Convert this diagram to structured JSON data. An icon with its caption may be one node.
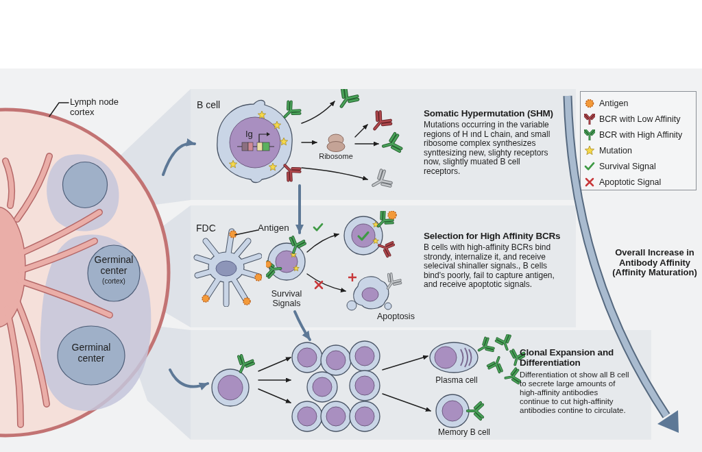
{
  "diagram": {
    "nodes": [
      {
        "text": [
          "Lymph node cortex"
        ]
      },
      {
        "text": [],
        "shape": "picture"
      },
      {
        "text": [],
        "shape": "circle",
        "in": 1
      },
      {
        "text": [
          "Germinal center",
          "(cortex)"
        ],
        "in": 1
      },
      {
        "text": [
          "Germinal center"
        ],
        "in": 1
      },
      {
        "text": [
          "Somatic Hypermutation (SHM)",
          "Mutations occurring in the variable regions of H ınd L chain, and small ribosome complex synthesizes synttesizing new, slighty receptors now, slightly muated B cell receptors."
        ]
      },
      {
        "text": [
          "B cell",
          "Ig"
        ],
        "in": 5
      },
      {
        "text": [
          "Ribosome"
        ],
        "in": 5
      },
      {
        "text": [],
        "shape": "picture",
        "in": 5
      },
      {
        "text": [],
        "shape": "picture",
        "in": 5
      },
      {
        "text": [],
        "shape": "picture",
        "in": 5
      },
      {
        "text": [],
        "shape": "picture",
        "in": 5
      },
      {
        "text": [
          "Selection for High Affinity BCRs",
          "B cells with high-affinity BCRs bind strondy, internalize it, and receive selecival shinaller signals., B cells bind's poorly, fail to capture antigen, and receive apoptotic signals."
        ]
      },
      {
        "text": [
          "FDC"
        ],
        "in": 12
      },
      {
        "text": [
          "Antigen"
        ],
        "in": 12
      },
      {
        "text": [
          "Survival Signals"
        ],
        "in": 12
      },
      {
        "text": [],
        "shape": "picture",
        "in": 12
      },
      {
        "text": [
          "Apoptosis"
        ],
        "in": 12
      },
      {
        "text": [
          "Clonal Expansion and Differentiation",
          "Differentiation ot show all B cell to secrete large amounts of high-affinity antibodies continue to cut high-affinity antibodies contine to circulate."
        ]
      },
      {
        "text": [],
        "shape": "picture",
        "in": 18
      },
      {
        "text": [],
        "shape": "picture",
        "in": 18
      },
      {
        "text": [
          "Plasma cell"
        ],
        "in": 18
      },
      {
        "text": [
          "Memory B cell"
        ],
        "in": 18
      }
    ],
    "edges": [
      {
        "from": 0,
        "to": 1,
        "arrow": "none"
      },
      {
        "from": 1,
        "to": 6,
        "arrow": "to",
        "style": "thick",
        "color": "#5d7896"
      },
      {
        "from": 1,
        "to": 19,
        "arrow": "to",
        "style": "thick",
        "color": "#5d7896"
      },
      {
        "from": 6,
        "to": 8,
        "arrow": "to"
      },
      {
        "from": 6,
        "to": 7,
        "arrow": "to"
      },
      {
        "from": 7,
        "to": 9,
        "arrow": "to"
      },
      {
        "from": 7,
        "to": 10,
        "arrow": "to"
      },
      {
        "from": 6,
        "to": 11,
        "arrow": "to"
      },
      {
        "from": 6,
        "to": 15,
        "arrow": "to",
        "style": "thick",
        "color": "#5d7896"
      },
      {
        "from": 14,
        "to": 13,
        "arrow": "none"
      },
      {
        "from": 15,
        "to": 16,
        "arrow": "to"
      },
      {
        "from": 15,
        "to": 17,
        "arrow": "to"
      },
      {
        "from": 15,
        "to": 20,
        "arrow": "to",
        "style": "thick",
        "color": "#5d7896"
      },
      {
        "from": 19,
        "to": 20,
        "arrow": "to"
      },
      {
        "from": 19,
        "to": 20,
        "arrow": "to"
      },
      {
        "from": 19,
        "to": 20,
        "arrow": "to"
      },
      {
        "from": 20,
        "to": 21,
        "arrow": "to"
      },
      {
        "from": 20,
        "to": 22,
        "arrow": "to"
      }
    ],
    "labels": [
      "Overall Increase in Antibody Affinity (Affinity Maturation)"
    ],
    "legend": [
      {
        "text": "Antigen"
      },
      {
        "text": "BCR with Low Affinity"
      },
      {
        "text": "BCR with High Affinity"
      },
      {
        "text": "Mutation"
      },
      {
        "text": "Survival Signal"
      },
      {
        "text": "Apoptotic Signal"
      }
    ]
  }
}
